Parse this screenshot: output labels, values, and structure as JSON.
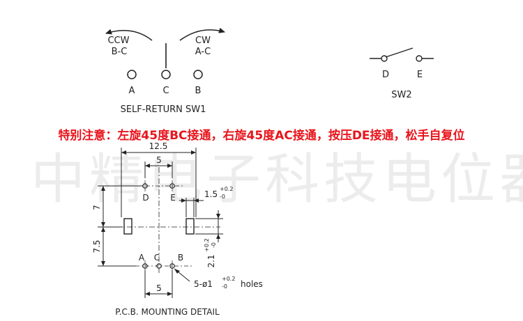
{
  "watermark": "中精电子科技电位器",
  "notice": "特别注意：左旋45度BC接通，右旋45度AC接通，按压DE接通，松手自复位",
  "sw1": {
    "ccw_line1": "CCW",
    "ccw_line2": "B-C",
    "cw_line1": "CW",
    "cw_line2": "A-C",
    "terminal_a": "A",
    "terminal_c": "C",
    "terminal_b": "B",
    "caption": "SELF-RETURN SW1"
  },
  "sw2": {
    "terminal_d": "D",
    "terminal_e": "E",
    "caption": "SW2"
  },
  "pcb": {
    "dim_width": "12.5",
    "dim_de_spacing": "5",
    "dim_upper_height": "7",
    "dim_lower_height": "7.5",
    "dim_bottom_spacing": "5",
    "dim_pad_width": "1.5",
    "dim_pad_width_tol_plus": "+0.2",
    "dim_pad_width_tol_minus": "-0",
    "dim_pad_height": "2.1",
    "dim_pad_height_tol_plus": "+0.2",
    "dim_pad_height_tol_minus": "-0",
    "holes_label_prefix": "5-ø1",
    "holes_tol_plus": "+0.2",
    "holes_tol_minus": "-0",
    "holes_label_suffix": "holes",
    "label_d": "D",
    "label_e": "E",
    "label_a": "A",
    "label_c": "C",
    "label_b": "B",
    "caption": "P.C.B. MOUNTING DETAIL"
  }
}
